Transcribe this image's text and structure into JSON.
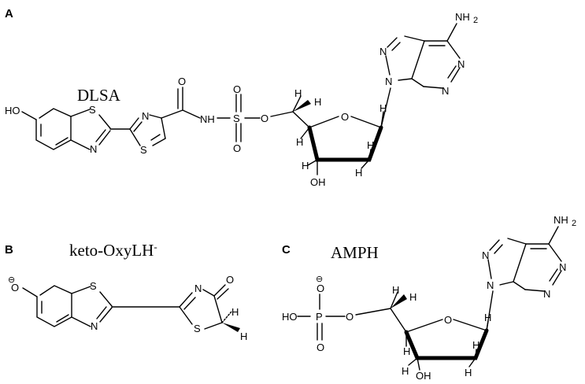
{
  "panels": [
    {
      "id": "A",
      "letter": "A",
      "name": "DLSA"
    },
    {
      "id": "B",
      "letter": "B",
      "name": "keto-OxyLH",
      "name_superscript": "-"
    },
    {
      "id": "C",
      "letter": "C",
      "name": "AMPH"
    }
  ],
  "atoms": {
    "S": "S",
    "N": "N",
    "O": "O",
    "H": "H",
    "P": "P",
    "HO": "HO",
    "OH": "OH",
    "NH": "NH",
    "NH2": "NH",
    "sub2": "2",
    "minus": "⊖"
  }
}
